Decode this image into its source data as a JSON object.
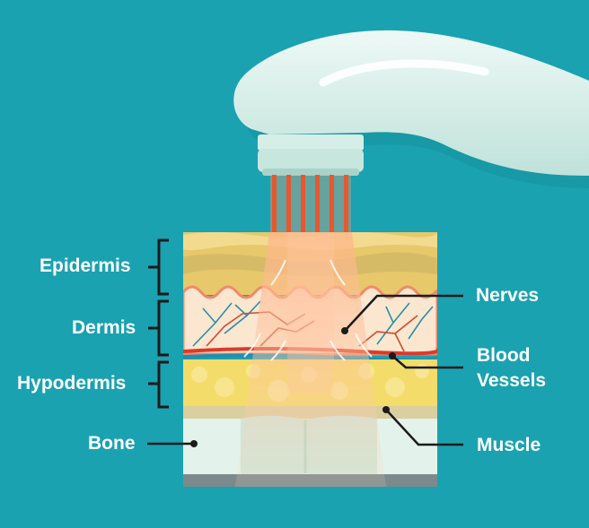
{
  "labels": {
    "left": {
      "epidermis": "Epidermis",
      "dermis": "Dermis",
      "hypodermis": "Hypodermis",
      "bone": "Bone"
    },
    "right": {
      "nerves": "Nerves",
      "blood_vessels_line1": "Blood",
      "blood_vessels_line2": "Vessels",
      "muscle": "Muscle"
    }
  },
  "colors": {
    "background": "#1aa2b1",
    "device": "#d8efe9",
    "laser_beam": "#e8572e",
    "epidermis": "#e7c86a",
    "dermis": "#fbe6d0",
    "hypodermis": "#f3dc6a",
    "muscle": "#d9cf9f",
    "bone": "#e3f2ea",
    "blood_vessel_red": "#d93b2a",
    "blood_vessel_blue": "#1f8fb2"
  },
  "icons": [
    "light-therapy-device-icon"
  ]
}
